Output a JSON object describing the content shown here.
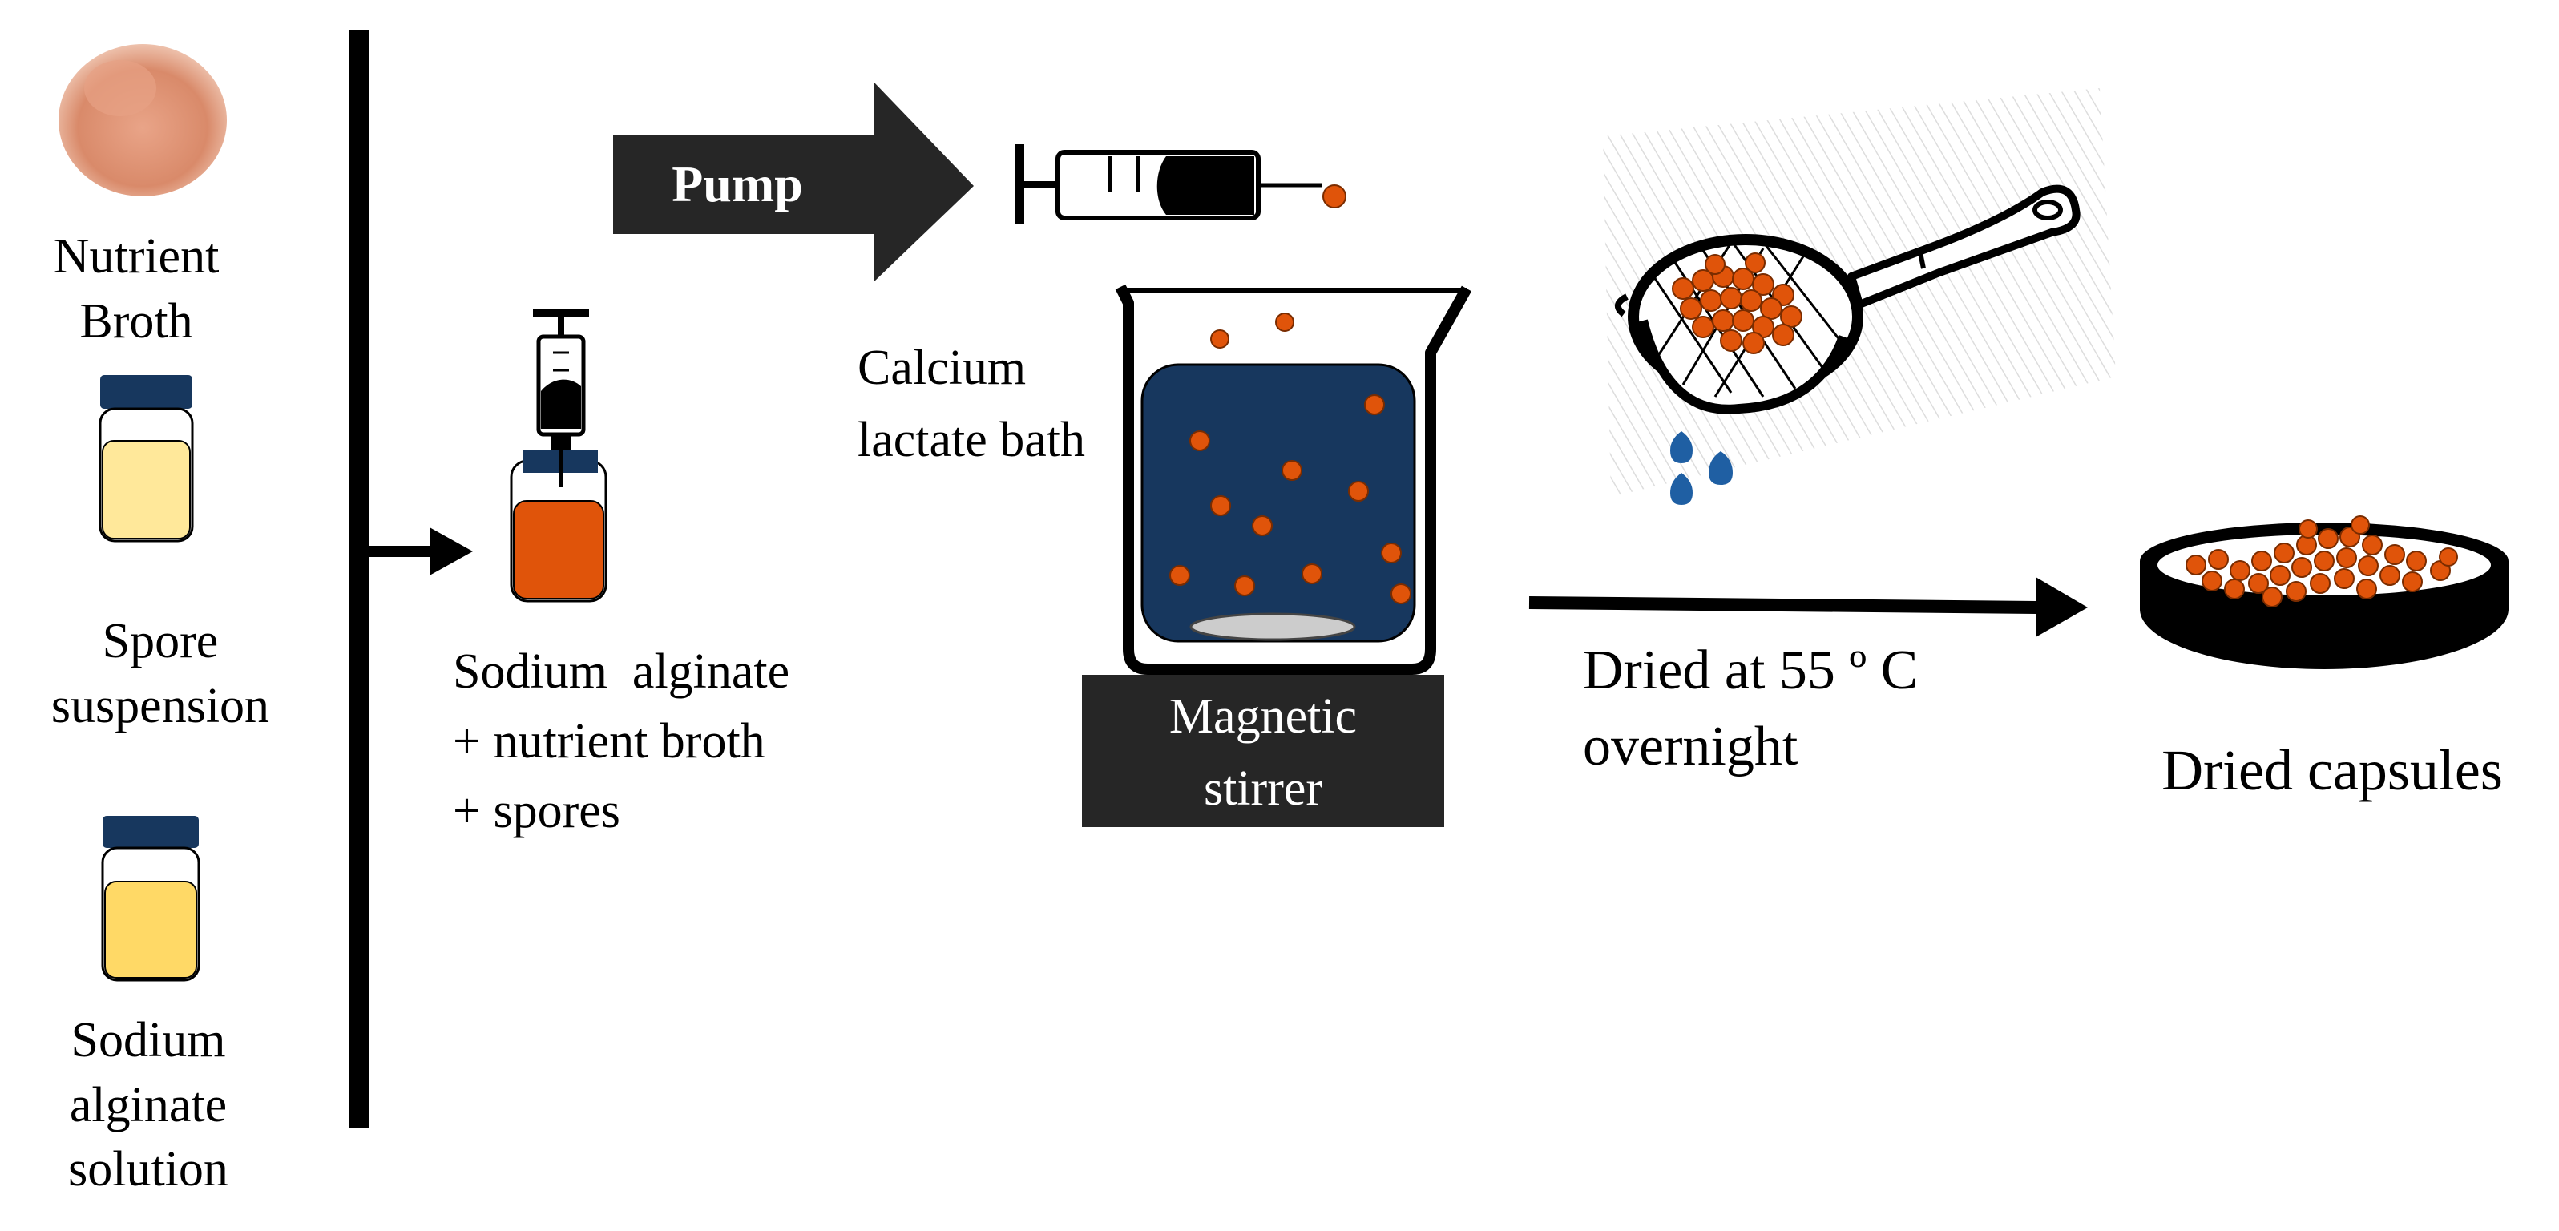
{
  "ingredients": {
    "nutrient_broth": {
      "line1": "Nutrient",
      "line2": "Broth"
    },
    "spore_suspension": {
      "line1": "Spore",
      "line2": "suspension"
    },
    "sodium_alginate": {
      "line1": "Sodium",
      "line2": "alginate",
      "line3": "solution"
    }
  },
  "mixture": {
    "line1": "Sodium  alginate",
    "line2": "+ nutrient broth",
    "line3": "+ spores"
  },
  "pump": {
    "label": "Pump"
  },
  "bath": {
    "line1": "Calcium",
    "line2": "lactate bath"
  },
  "stirrer": {
    "line1": "Magnetic",
    "line2": "stirrer"
  },
  "drying": {
    "line1": "Dried at 55 º C",
    "line2": "overnight"
  },
  "product": {
    "label": "Dried capsules"
  },
  "colors": {
    "capsule": "#e0540a",
    "bath_blue": "#1a3a6b",
    "cap_navy": "#17375e",
    "broth_liquid": "#ffe89a",
    "alginate_liquid": "#ffd966",
    "mixture_liquid": "#e0540a",
    "powder": "#d98a6a"
  }
}
